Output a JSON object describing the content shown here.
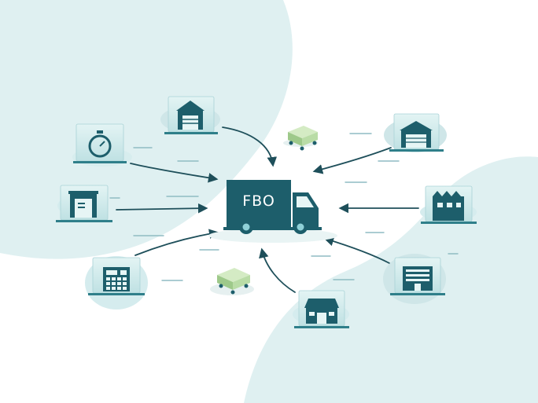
{
  "colors": {
    "teal_dark": "#1d5e6b",
    "teal_mid": "#2f7f8a",
    "tile_light": "#cfe9ea",
    "tile_bright": "#e6f5f5",
    "blob_bg": "#dff0f1",
    "cargo_green": "#b9dca6",
    "arrow": "#1e4f5a",
    "dash": "#8fbcc3"
  },
  "center": {
    "label": "FBO",
    "icon": "delivery-truck-icon"
  },
  "nodes": [
    {
      "id": "timer",
      "icon": "stopwatch-icon"
    },
    {
      "id": "warehouse-top",
      "icon": "warehouse-icon"
    },
    {
      "id": "dock-left",
      "icon": "loading-dock-icon"
    },
    {
      "id": "calculator",
      "icon": "calculator-icon"
    },
    {
      "id": "hangar-top-right",
      "icon": "hangar-icon"
    },
    {
      "id": "factory",
      "icon": "factory-icon"
    },
    {
      "id": "office",
      "icon": "office-building-icon"
    },
    {
      "id": "warehouse-bottom",
      "icon": "storehouse-icon"
    }
  ],
  "carts": [
    {
      "id": "cart-top",
      "icon": "cargo-cart-icon"
    },
    {
      "id": "cart-bottom",
      "icon": "cargo-cart-icon"
    }
  ]
}
